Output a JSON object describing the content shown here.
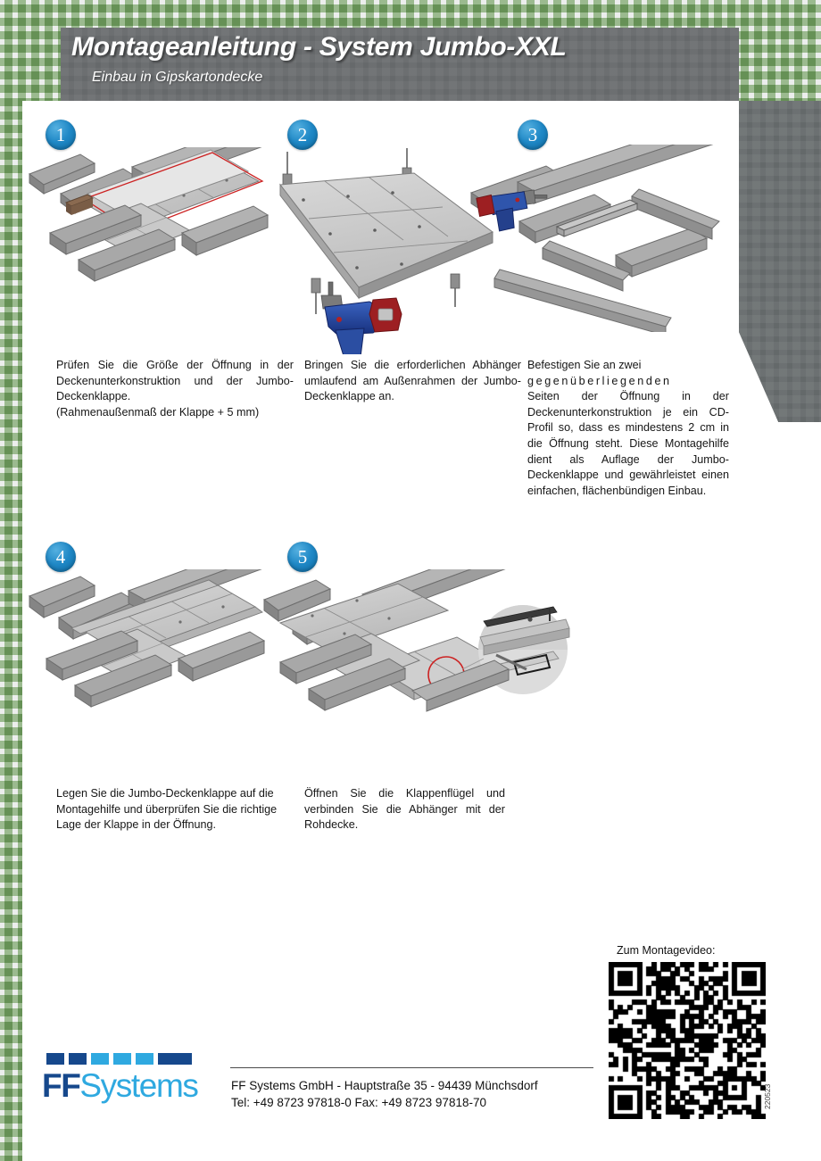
{
  "header": {
    "title": "Montageanleitung - System Jumbo-XXL",
    "subtitle": "Einbau in Gipskartondecke",
    "bar_color": "#66696b"
  },
  "steps": [
    {
      "number": "1",
      "illustration": "ceiling-opening-check-diagram",
      "text_lines": [
        "Prüfen Sie die Größe der Öffnung",
        "in der Deckenunterkonstruktion und",
        "der Jumbo-Deckenklappe.",
        "(Rahmenaußenmaß der Klappe +",
        "5 mm)"
      ]
    },
    {
      "number": "2",
      "illustration": "hanger-mounting-drill-diagram",
      "text_lines": [
        "Bringen Sie die erforderlichen",
        "Abhänger umlaufend am",
        "Außenrahmen der Jumbo-",
        "Deckenklappe an."
      ]
    },
    {
      "number": "3",
      "illustration": "cd-profile-mounting-aid-diagram",
      "text_lines": [
        "Befestigen Sie an zwei",
        "gegenüberliegenden",
        "Seiten der Öffnung in der",
        "Deckenunterkonstruktion je ein",
        "CD-Profil so, dass es mindestens",
        "2 cm in die Öffnung steht. Diese",
        "Montagehilfe dient als Auflage",
        "der Jumbo-Deckenklappe und",
        "gewährleistet einen einfachen,",
        "flächenbündigen Einbau."
      ]
    },
    {
      "number": "4",
      "illustration": "hatch-placed-in-opening-diagram",
      "text_lines": [
        "Legen Sie die Jumbo-Deckenklappe",
        "auf die Montagehilfe und überprüfen",
        "Sie die richtige Lage der Klappe in",
        "der Öffnung."
      ]
    },
    {
      "number": "5",
      "illustration": "open-wing-connect-hanger-diagram",
      "text_lines": [
        "Öffnen Sie die Klappenflügel",
        "und verbinden Sie die Abhänger",
        "mit der Rohdecke."
      ]
    }
  ],
  "video": {
    "label": "Zum Montagevideo:",
    "qr_alt": "qr-code"
  },
  "footer": {
    "logo_ff": "FF",
    "logo_systems": "Systems",
    "address": "FF Systems GmbH - Hauptstraße 35 - 94439 Münchsdorf",
    "phone_line": "Tel: +49 8723 97818-0     Fax: +49 8723 97818-70",
    "doc_code": "220523",
    "logo_colors": [
      "#16488c",
      "#16488c",
      "#2fa9e0",
      "#2fa9e0",
      "#2fa9e0",
      "#16488c"
    ]
  },
  "theme": {
    "green_dot": "#a9c79b",
    "frame_bg": "#ececec",
    "grey_block": "#64696a",
    "badge_blue": "#1f88c6",
    "brand_dark_blue": "#16488c",
    "brand_light_blue": "#2fa9e0"
  }
}
